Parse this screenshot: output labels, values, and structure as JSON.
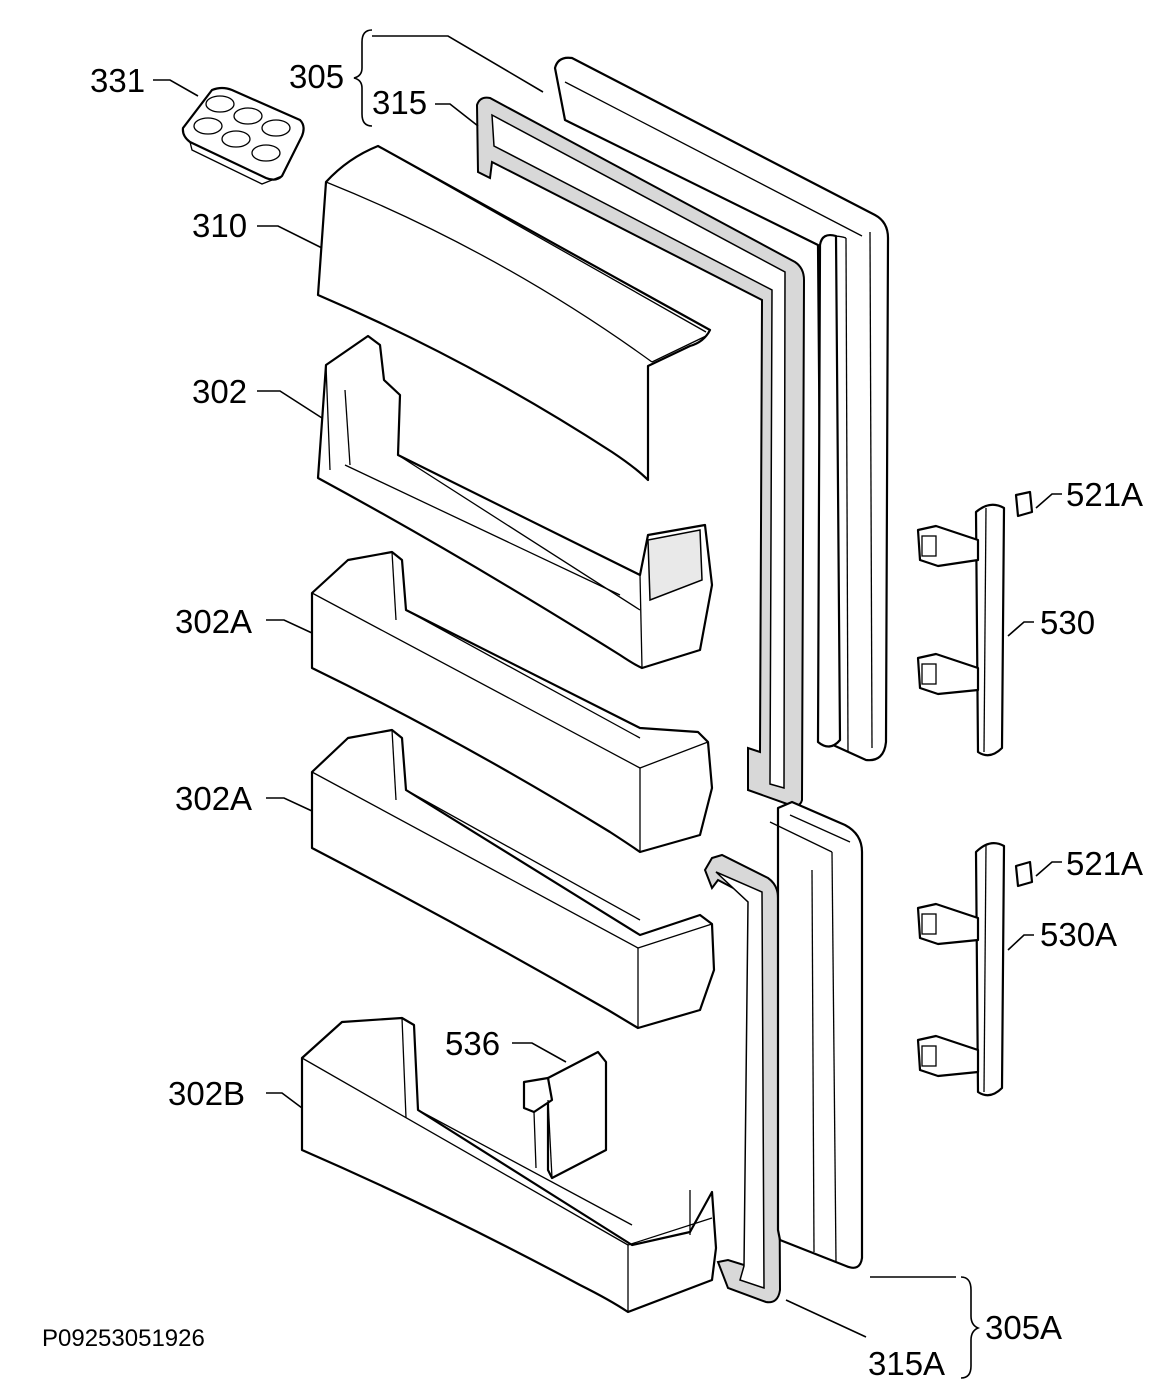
{
  "labels": {
    "egg_tray": "331",
    "upper_door": "305",
    "upper_gasket": "315",
    "shelf_cover": "310",
    "upper_shelf": "302",
    "middle_shelf_1": "302A",
    "middle_shelf_2": "302A",
    "bottom_shelf": "302B",
    "bottle_divider": "536",
    "upper_cap": "521A",
    "upper_handle": "530",
    "lower_cap": "521A",
    "lower_handle": "530A",
    "lower_door": "305A",
    "lower_gasket": "315A"
  },
  "drawing_code": "P09253051926"
}
